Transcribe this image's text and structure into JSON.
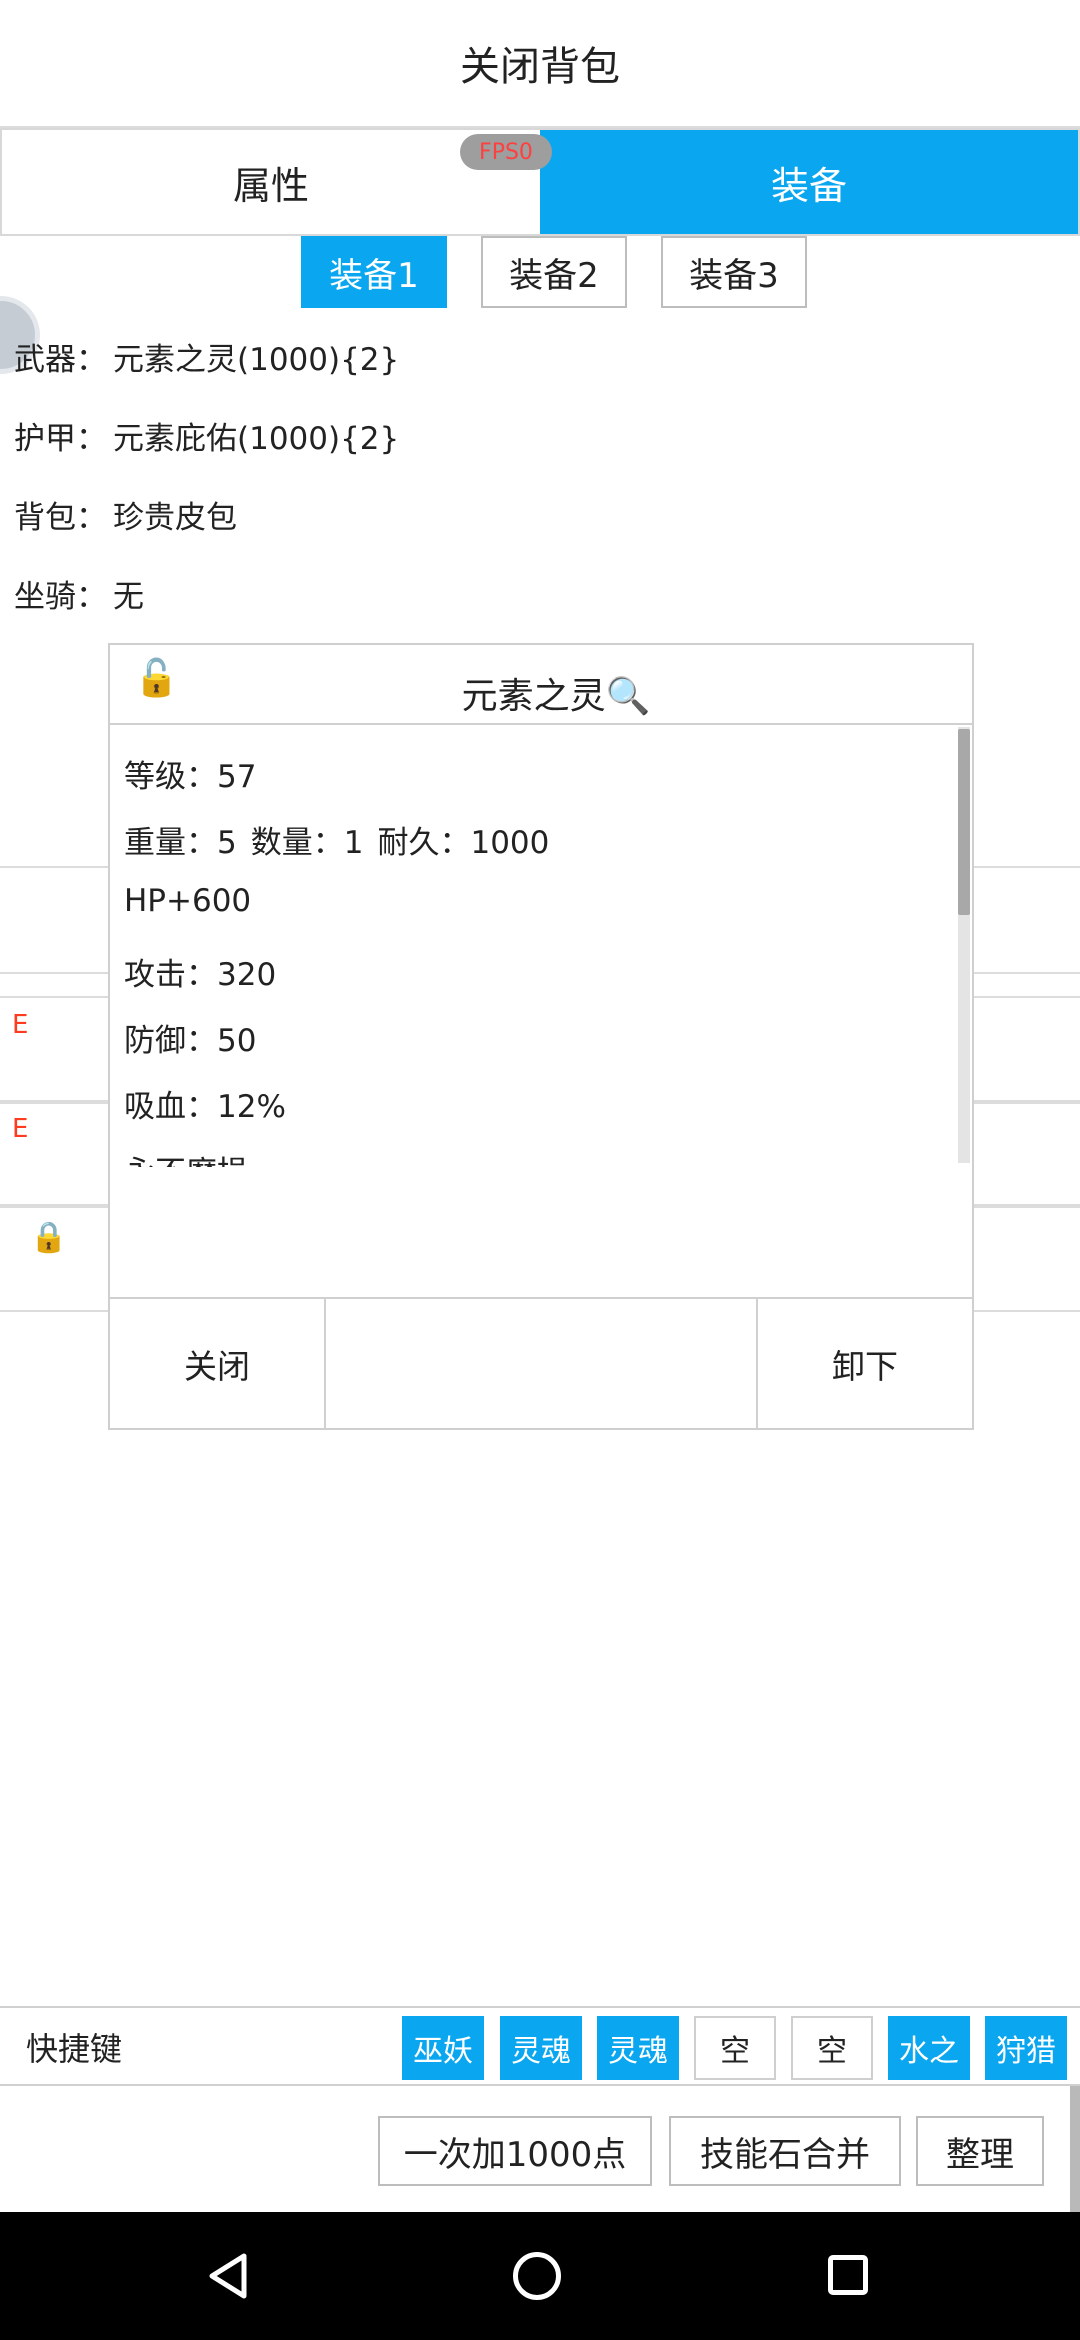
{
  "header": {
    "title": "关闭背包"
  },
  "tabs": [
    {
      "label": "属性"
    },
    {
      "label": "装备"
    }
  ],
  "fps": "FPS0",
  "equip_sets": [
    {
      "label": "装备1"
    },
    {
      "label": "装备2"
    },
    {
      "label": "装备3"
    }
  ],
  "equipment": [
    {
      "label": "武器：",
      "value": "元素之灵(1000){2}"
    },
    {
      "label": "护甲：",
      "value": "元素庇佑(1000){2}"
    },
    {
      "label": "背包：",
      "value": "珍贵皮包"
    },
    {
      "label": "坐骑：",
      "value": "无"
    }
  ],
  "background": {
    "e_marks": [
      "E",
      "E"
    ]
  },
  "item_popup": {
    "title": "元素之灵🔍",
    "lock_icon": "🔓",
    "level": "等级：57",
    "weight": "重量：5",
    "quantity": "数量：1",
    "durability": "耐久：1000",
    "hp": "HP+600",
    "attack": "攻击：320",
    "defense": "防御：50",
    "lifesteal": "吸血：12%",
    "partial_line": "永不磨损",
    "close_label": "关闭",
    "unequip_label": "卸下"
  },
  "shortcuts": {
    "label": "快捷键",
    "slots": [
      {
        "label": "巫妖",
        "filled": true
      },
      {
        "label": "灵魂",
        "filled": true
      },
      {
        "label": "灵魂",
        "filled": true
      },
      {
        "label": "空",
        "filled": false
      },
      {
        "label": "空",
        "filled": false
      },
      {
        "label": "水之",
        "filled": true
      },
      {
        "label": "狩猎",
        "filled": true
      }
    ]
  },
  "actions": {
    "add_points": "一次加1000点",
    "merge_skill_stones": "技能石合并",
    "sort": "整理"
  },
  "colors": {
    "accent": "#0aa7f0",
    "e_mark": "#ff3b1f",
    "fps_text": "#ff4040"
  }
}
